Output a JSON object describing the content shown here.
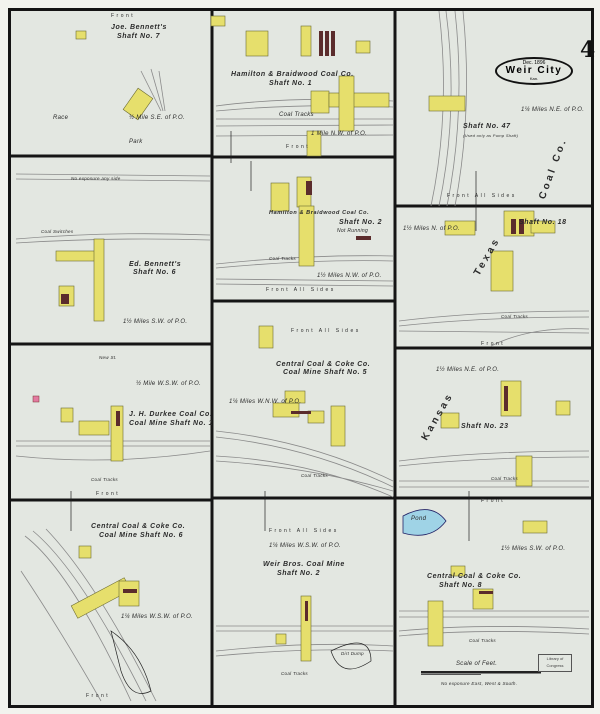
{
  "sheet": {
    "number": "4",
    "date": "Dec. 1896",
    "city": "Weir City",
    "state": "Kan."
  },
  "colors": {
    "paper": "#e3e7e1",
    "frame": "#141414",
    "frame_building": "#e6df6c",
    "brick": "#5a2a2a",
    "track": "#7a7a7a",
    "pond": "#9fd3e6"
  },
  "panels": [
    {
      "title": "Joe. Bennett's",
      "shaft": "Shaft No. 7",
      "distance": "½ Mile S.E. of P.O.",
      "park": "Park",
      "race": "Race",
      "street": "Front"
    },
    {
      "title": "Hamilton & Braidwood Coal Co.",
      "shaft": "Shaft No. 1",
      "distance": "1 Mile N.W. of P.O.",
      "tracks": "Coal Tracks",
      "street": "Front"
    },
    {
      "shaft": "Shaft No. 47",
      "note": "(Used only as Pump Shaft)",
      "distance": "1¼ Miles N.E. of P.O.",
      "company": "Coal Co.",
      "street": "Front All Sides"
    },
    {
      "title": "Ed. Bennett's",
      "shaft": "Shaft No. 6",
      "distance": "1½ Miles S.W. of P.O.",
      "exposure": "No exposure any side",
      "switches": "Coal Switches"
    },
    {
      "title": "Hamilton & Braidwood Coal Co.",
      "shaft": "Shaft No. 2",
      "note": "Not Running",
      "distance": "1½ Miles N.W. of P.O.",
      "street": "Front All Sides",
      "tracks": "Coal Tracks"
    },
    {
      "distance": "1½ Miles N. of P.O.",
      "shaft": "Shaft No. 18",
      "company": "Texas",
      "tracks": "Coal Tracks",
      "street": "Front"
    },
    {
      "street": "Front All Sides",
      "title": "Central Coal & Coke Co.",
      "shaft": "Coal Mine Shaft No. 5",
      "distance": "1¼ Miles W.N.W. of P.O.",
      "tracks": "Coal Tracks"
    },
    {
      "street_top": "New St.",
      "distance": "½ Mile W.S.W. of P.O.",
      "title": "J. H. Durkee Coal Co.",
      "shaft": "Coal Mine Shaft No. 1",
      "tracks": "Coal Tracks",
      "street": "Front"
    },
    {
      "distance": "1½ Miles N.E. of P.O.",
      "company": "Kansas",
      "shaft": "Shaft No. 23",
      "tracks": "Coal Tracks",
      "street": "Front"
    },
    {
      "title": "Central Coal & Coke Co.",
      "shaft": "Coal Mine Shaft No. 6",
      "distance": "1¼ Miles W.S.W. of P.O.",
      "street": "Front"
    },
    {
      "street": "Front All Sides",
      "distance": "1¼ Miles W.S.W. of P.O.",
      "title": "Weir Bros. Coal Mine",
      "shaft": "Shaft No. 2",
      "tracks": "Coal Tracks",
      "dump": "Dirt Dump"
    },
    {
      "pond": "Pond",
      "distance": "1½ Miles S.W. of P.O.",
      "title": "Central Coal & Coke Co.",
      "shaft": "Shaft No. 8",
      "tracks": "Coal Tracks",
      "scale": "Scale of Feet.",
      "exposure": "No exposure East, West & South.",
      "stamp": "Library of Congress"
    }
  ]
}
